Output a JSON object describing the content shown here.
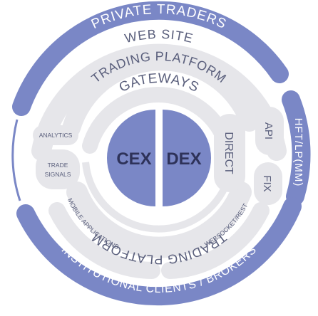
{
  "diagram": {
    "outer_ring": {
      "top": "PRIVATE TRADERS",
      "right": "HFT/LP(MM)",
      "bottom": "INSTITUTIONAL CLIENTS / BROKERS"
    },
    "ring2": {
      "top": "WEB SITE",
      "bottom_left": "MOBILE APPLICATIONS",
      "bottom_right": "WEBSOCKET/REST"
    },
    "ring3": {
      "top": "TRADING PLATFORM",
      "bottom": "TRADING PLATFORM",
      "left_top": "ANALYTICS",
      "left_bottom_line1": "TRADE",
      "left_bottom_line2": "SIGNALS",
      "right_top": "API",
      "right_bottom": "FIX"
    },
    "ring4": {
      "top": "GATEWAYS",
      "right": "DIRECT"
    },
    "core": {
      "left": "CEX",
      "right": "DEX"
    },
    "colors": {
      "primary_blue": "#7a87c6",
      "light_gray": "#e6e6ea",
      "text_gray": "#5a5f7c",
      "core_text": "#2e3259"
    }
  }
}
